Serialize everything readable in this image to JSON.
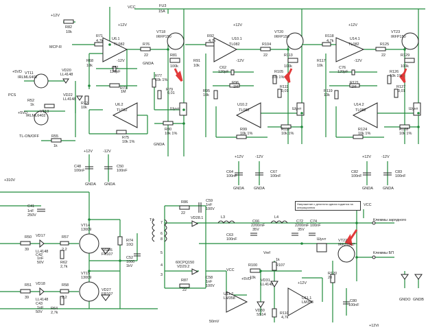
{
  "colors": {
    "wire": "#1f8a3a",
    "component": "#222222",
    "highlight_arrow": "#e23a3a",
    "background": "#ffffff"
  },
  "labels": [
    {
      "text": "+12V"
    },
    {
      "text": "R82"
    },
    {
      "text": "10k"
    },
    {
      "text": "VCC"
    },
    {
      "text": "FU3"
    },
    {
      "text": "15A"
    },
    {
      "text": "+12V"
    },
    {
      "text": "R71"
    },
    {
      "text": "4,7k"
    },
    {
      "text": "U6.1"
    },
    {
      "text": "TL082"
    },
    {
      "text": "-12V"
    },
    {
      "text": "R76"
    },
    {
      "text": "22"
    },
    {
      "text": "VT18"
    },
    {
      "text": "IRFP150"
    },
    {
      "text": "R81"
    },
    {
      "text": "100k"
    },
    {
      "text": "MCP-R"
    },
    {
      "text": "R68"
    },
    {
      "text": "10k"
    },
    {
      "text": "C51"
    },
    {
      "text": "120pF"
    },
    {
      "text": "R73"
    },
    {
      "text": "1M"
    },
    {
      "text": "R77"
    },
    {
      "text": "10k 1%"
    },
    {
      "text": "R79"
    },
    {
      "text": "0,01"
    },
    {
      "text": "U6.2"
    },
    {
      "text": "TL082"
    },
    {
      "text": "R75"
    },
    {
      "text": "10k 1%"
    },
    {
      "text": "R80"
    },
    {
      "text": "10k 1%"
    },
    {
      "text": "Шунт"
    },
    {
      "text": "GNDA"
    },
    {
      "text": "GNDA"
    },
    {
      "text": "VT11"
    },
    {
      "text": "IRLML6402"
    },
    {
      "text": "VD20"
    },
    {
      "text": "LL4148"
    },
    {
      "text": "VD22"
    },
    {
      "text": "LL4148"
    },
    {
      "text": "R52"
    },
    {
      "text": "1k"
    },
    {
      "text": "PCS"
    },
    {
      "text": "+5VD"
    },
    {
      "text": "+5VD"
    },
    {
      "text": "VT13"
    },
    {
      "text": "IRLML6402"
    },
    {
      "text": "R55"
    },
    {
      "text": "1k"
    },
    {
      "text": "TL-ON/OFF"
    },
    {
      "text": "R72"
    },
    {
      "text": "10k"
    },
    {
      "text": "+12V"
    },
    {
      "text": "R92"
    },
    {
      "text": "4,7k"
    },
    {
      "text": "U10.1"
    },
    {
      "text": "TL082"
    },
    {
      "text": "-12V"
    },
    {
      "text": "VT20"
    },
    {
      "text": "IRFP150"
    },
    {
      "text": "R104"
    },
    {
      "text": "22"
    },
    {
      "text": "R113"
    },
    {
      "text": "100k"
    },
    {
      "text": "R91"
    },
    {
      "text": "10k"
    },
    {
      "text": "C62"
    },
    {
      "text": "120pF"
    },
    {
      "text": "R96"
    },
    {
      "text": "1M"
    },
    {
      "text": "R105"
    },
    {
      "text": "10k 1%"
    },
    {
      "text": "R95"
    },
    {
      "text": "10k"
    },
    {
      "text": "R111"
    },
    {
      "text": "0,01"
    },
    {
      "text": "U10.2"
    },
    {
      "text": "TL082"
    },
    {
      "text": "R99"
    },
    {
      "text": "10k 1%"
    },
    {
      "text": "R112"
    },
    {
      "text": "10k 1%"
    },
    {
      "text": "Шунт"
    },
    {
      "text": "+12V"
    },
    {
      "text": "R118"
    },
    {
      "text": "4,7k"
    },
    {
      "text": "U14.1"
    },
    {
      "text": "TL082"
    },
    {
      "text": "-12V"
    },
    {
      "text": "VT23"
    },
    {
      "text": "IRFP150"
    },
    {
      "text": "R125"
    },
    {
      "text": "22"
    },
    {
      "text": "R129"
    },
    {
      "text": "100k"
    },
    {
      "text": "R117"
    },
    {
      "text": "10k"
    },
    {
      "text": "C76"
    },
    {
      "text": "120pF"
    },
    {
      "text": "R121"
    },
    {
      "text": "1M"
    },
    {
      "text": "R126"
    },
    {
      "text": "10k 1%"
    },
    {
      "text": "R119"
    },
    {
      "text": "10k"
    },
    {
      "text": "R127"
    },
    {
      "text": "0,01"
    },
    {
      "text": "U14.2"
    },
    {
      "text": "TL082"
    },
    {
      "text": "R124"
    },
    {
      "text": "10k 1%"
    },
    {
      "text": "R128"
    },
    {
      "text": "10k 1%"
    },
    {
      "text": "Шунт"
    },
    {
      "text": "+12V"
    },
    {
      "text": "-12V"
    },
    {
      "text": "C48"
    },
    {
      "text": "100nF"
    },
    {
      "text": "C50"
    },
    {
      "text": "100nF"
    },
    {
      "text": "GNDA"
    },
    {
      "text": "GNDA"
    },
    {
      "text": "+12V"
    },
    {
      "text": "-12V"
    },
    {
      "text": "C64"
    },
    {
      "text": "100nF"
    },
    {
      "text": "C67"
    },
    {
      "text": "100nF"
    },
    {
      "text": "GNDA"
    },
    {
      "text": "GNDA"
    },
    {
      "text": "+12V"
    },
    {
      "text": "-12V"
    },
    {
      "text": "C82"
    },
    {
      "text": "100nF"
    },
    {
      "text": "C83"
    },
    {
      "text": "100nF"
    },
    {
      "text": "GNDA"
    },
    {
      "text": "GNDA"
    },
    {
      "text": "+310V"
    },
    {
      "text": "C41"
    },
    {
      "text": "1nF"
    },
    {
      "text": "250V"
    },
    {
      "text": "R50"
    },
    {
      "text": "39"
    },
    {
      "text": "VD17"
    },
    {
      "text": "LL4148"
    },
    {
      "text": "R57"
    },
    {
      "text": "2,2"
    },
    {
      "text": "C42"
    },
    {
      "text": "1nF"
    },
    {
      "text": "50V"
    },
    {
      "text": "R62"
    },
    {
      "text": "2,7k"
    },
    {
      "text": "VT14"
    },
    {
      "text": "13009"
    },
    {
      "text": "VD26"
    },
    {
      "text": "FR107"
    },
    {
      "text": "R51"
    },
    {
      "text": "39"
    },
    {
      "text": "VD18"
    },
    {
      "text": "LL4148"
    },
    {
      "text": "R58"
    },
    {
      "text": "2,2"
    },
    {
      "text": "C43"
    },
    {
      "text": "1nF"
    },
    {
      "text": "50V"
    },
    {
      "text": "R64"
    },
    {
      "text": "2,7k"
    },
    {
      "text": "VT15"
    },
    {
      "text": "13009"
    },
    {
      "text": "VD27"
    },
    {
      "text": "FR107"
    },
    {
      "text": "R74"
    },
    {
      "text": "10Ω"
    },
    {
      "text": "C52"
    },
    {
      "text": "1000"
    },
    {
      "text": "1kV"
    },
    {
      "text": "T4"
    },
    {
      "text": "7"
    },
    {
      "text": "8"
    },
    {
      "text": "6"
    },
    {
      "text": "5"
    },
    {
      "text": "4"
    },
    {
      "text": "3"
    },
    {
      "text": "R86"
    },
    {
      "text": "22"
    },
    {
      "text": "C59"
    },
    {
      "text": "1nF"
    },
    {
      "text": "100V"
    },
    {
      "text": "VD28.1"
    },
    {
      "text": "L3"
    },
    {
      "text": "C66"
    },
    {
      "text": "2200mF"
    },
    {
      "text": "35V"
    },
    {
      "text": "L4"
    },
    {
      "text": "C72"
    },
    {
      "text": "2200mF"
    },
    {
      "text": "35V"
    },
    {
      "text": "C74"
    },
    {
      "text": "100nF"
    },
    {
      "text": "C63"
    },
    {
      "text": "100nF"
    },
    {
      "text": "60CPQ150"
    },
    {
      "text": "VD29.2"
    },
    {
      "text": "R87"
    },
    {
      "text": "22"
    },
    {
      "text": "C58"
    },
    {
      "text": "1nF"
    },
    {
      "text": "100V"
    },
    {
      "text": "Напряжение с делителя сдвига подается на операционник"
    },
    {
      "text": "Шунт"
    },
    {
      "text": "VT22"
    },
    {
      "text": "IRFZ6907"
    },
    {
      "text": "VCC"
    },
    {
      "text": "Клеммы зарядного"
    },
    {
      "text": "Клеммы БП"
    },
    {
      "text": "VCC"
    },
    {
      "text": "R100"
    },
    {
      "text": "10k"
    },
    {
      "text": "+5VD"
    },
    {
      "text": "R107"
    },
    {
      "text": "1k"
    },
    {
      "text": "Vref"
    },
    {
      "text": "VD31"
    },
    {
      "text": "LL4148"
    },
    {
      "text": "+12V"
    },
    {
      "text": "U11.1"
    },
    {
      "text": "LM358"
    },
    {
      "text": "U11.2"
    },
    {
      "text": "LM358"
    },
    {
      "text": "VD30"
    },
    {
      "text": "SS14"
    },
    {
      "text": "R110"
    },
    {
      "text": "4,7k"
    },
    {
      "text": "R120"
    },
    {
      "text": "20"
    },
    {
      "text": "C80"
    },
    {
      "text": "100nF"
    },
    {
      "text": "GNDO"
    },
    {
      "text": "GNDB"
    },
    {
      "text": "+12Vi"
    },
    {
      "text": "50mV"
    }
  ]
}
